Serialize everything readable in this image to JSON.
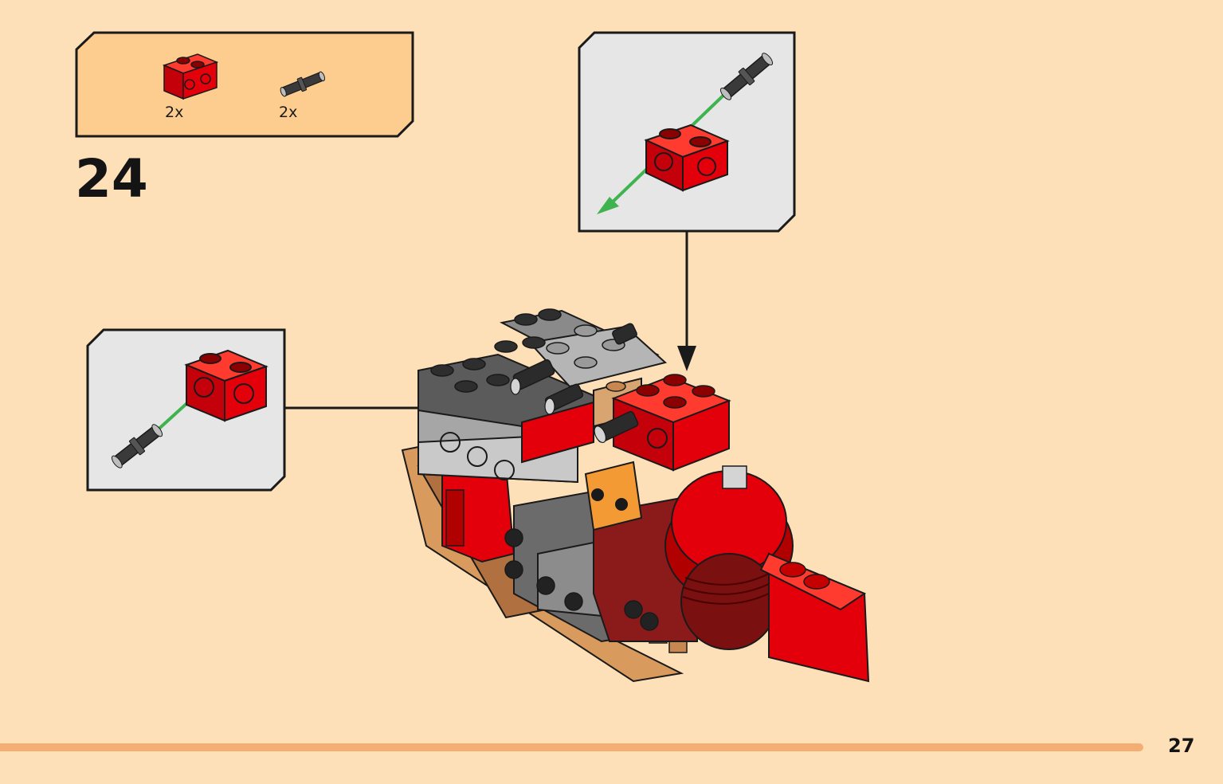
{
  "parts_list": {
    "items": [
      {
        "part": "red-technic-brick-1x2-icon",
        "quantity": "2x"
      },
      {
        "part": "black-technic-pin-icon",
        "quantity": "2x"
      }
    ]
  },
  "step": {
    "number": "24"
  },
  "page": {
    "number": "27"
  },
  "colors": {
    "page_background": "#fde0b8",
    "parts_panel": "#fdcc8f",
    "callout_background": "#e6e6e6",
    "brick_red": "#e3000b",
    "pin_black": "#3a3a3a",
    "insertion_arrow": "#3fb34f",
    "footer_bar": "#f4ad72"
  }
}
